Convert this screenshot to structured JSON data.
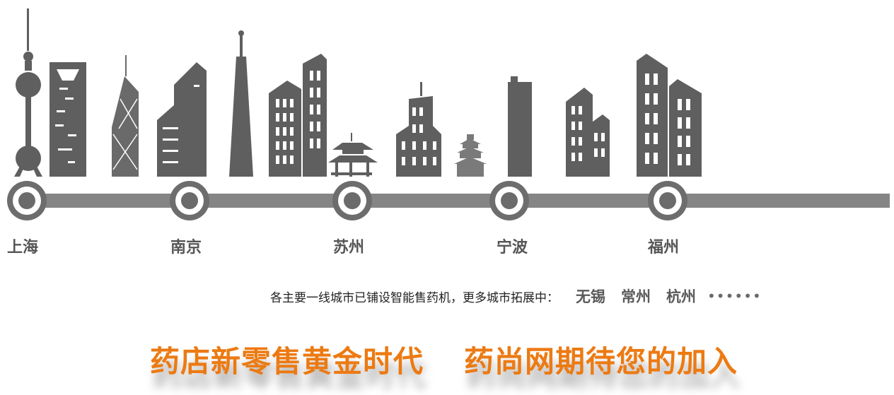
{
  "colors": {
    "building": "#5f5f5f",
    "track": "#858585",
    "slogan": "#ec7a12"
  },
  "cities": [
    "上海",
    "南京",
    "苏州",
    "宁波",
    "福州"
  ],
  "expansion": {
    "caption": "各主要一线城市已铺设智能售药机，更多城市拓展中：",
    "more_cities": [
      "无锡",
      "常州",
      "杭州"
    ],
    "ellipsis": "••••••"
  },
  "slogan": {
    "part1": "药店新零售黄金时代",
    "part2": "药尚网期待您的加入"
  },
  "icons": [
    "oriental-pearl-tower-icon",
    "skyscraper-icon",
    "pagoda-icon",
    "office-building-icon",
    "tv-tower-icon"
  ]
}
